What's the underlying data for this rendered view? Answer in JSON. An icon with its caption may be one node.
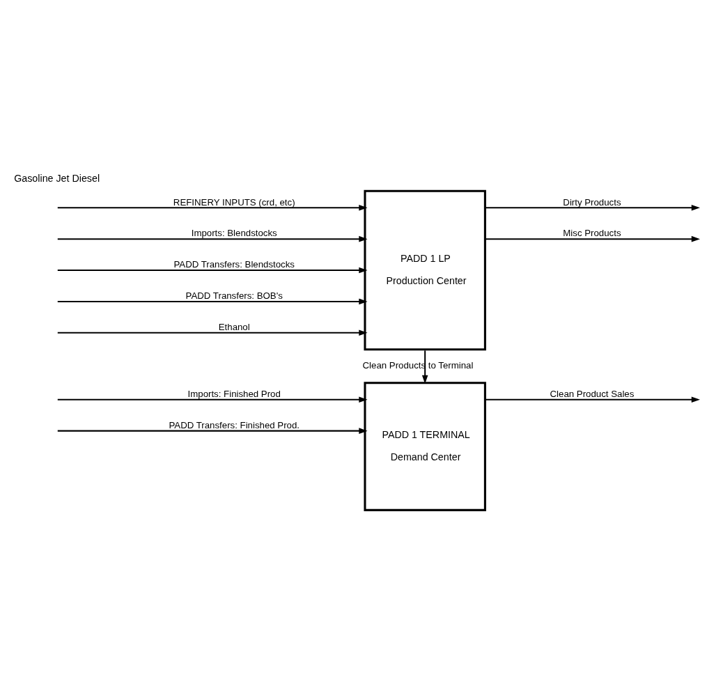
{
  "diagram": {
    "nodes": [
      {
        "text": [
          "PADD 1 LP",
          "Production Center"
        ]
      },
      {
        "text": [
          "PADD 1 TERMINAL",
          "Demand Center"
        ]
      }
    ],
    "edges": [
      {
        "from": null,
        "to": 0,
        "arrow": "to",
        "label": "REFINERY INPUTS (crd, etc)"
      },
      {
        "from": null,
        "to": 0,
        "arrow": "to",
        "label": "Imports: Blendstocks"
      },
      {
        "from": null,
        "to": 0,
        "arrow": "to",
        "label": "PADD Transfers: Blendstocks"
      },
      {
        "from": null,
        "to": 0,
        "arrow": "to",
        "label": "PADD Transfers: BOB's"
      },
      {
        "from": null,
        "to": 0,
        "arrow": "to",
        "label": "Ethanol"
      },
      {
        "from": 0,
        "to": null,
        "arrow": "to",
        "label": "Dirty Products"
      },
      {
        "from": 0,
        "to": null,
        "arrow": "to",
        "label": "Misc Products"
      },
      {
        "from": 0,
        "to": 1,
        "arrow": "to",
        "label": "Clean Products to Terminal"
      },
      {
        "from": null,
        "to": 1,
        "arrow": "to",
        "label": "Imports: Finished Prod"
      },
      {
        "from": null,
        "to": 1,
        "arrow": "to",
        "label": "PADD Transfers: Finished Prod."
      },
      {
        "from": 1,
        "to": null,
        "arrow": "to",
        "label": "Clean Product Sales"
      }
    ],
    "labels": [
      "Gasoline Jet Diesel"
    ]
  }
}
